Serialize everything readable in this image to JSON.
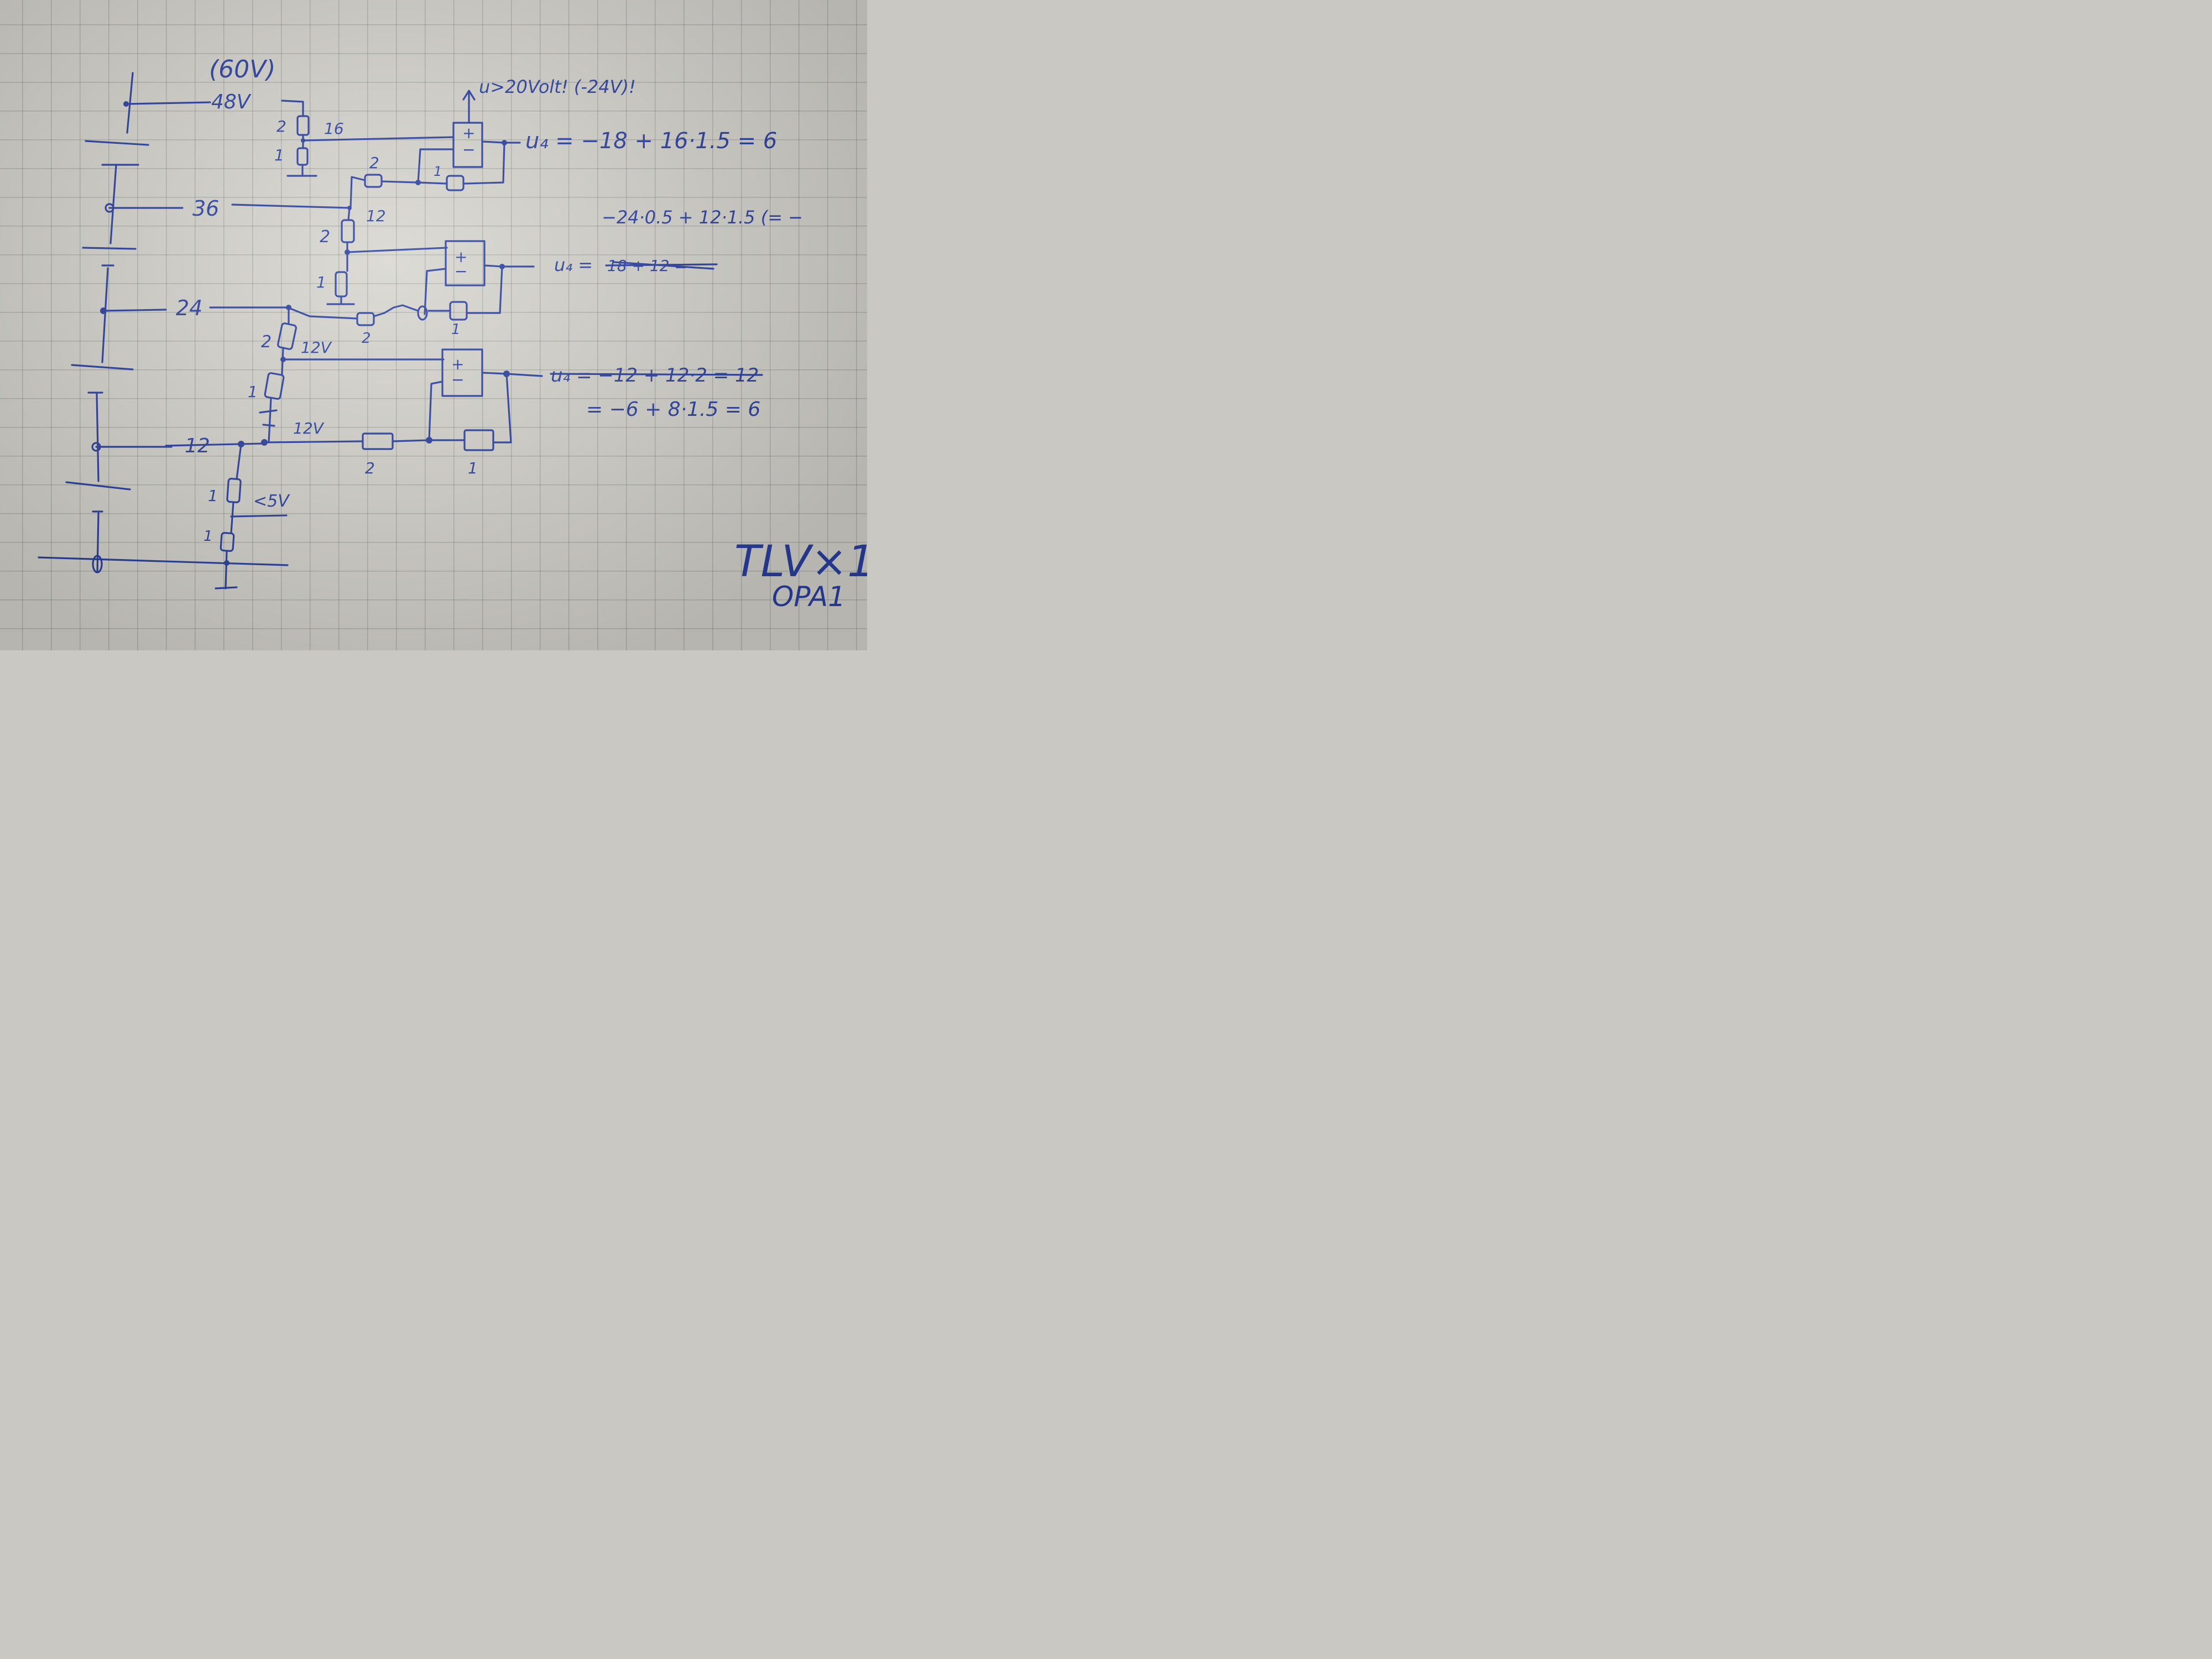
{
  "labels": {
    "v60_paren": "(60V)",
    "v48": "48V",
    "v36": "36",
    "v24": "24",
    "v12": "12",
    "node_12v_mid": "12V",
    "node_12v_low": "12V",
    "node_16": "16",
    "node_12": "12",
    "lt5v": "<5V",
    "r_top_2": "2",
    "r_top_1": "1",
    "r_fb_top_2": "2",
    "r_fb_top_1": "1",
    "r_mid_2": "2",
    "r_mid_1": "1",
    "r_fb_mid_2": "2",
    "r_fb_mid_1": "1",
    "r_low_2": "2",
    "r_low_1": "1",
    "r_fb_low_2": "2",
    "r_fb_low_1": "1",
    "r_bot_1a": "1",
    "r_bot_1b": "1",
    "opamp_plus": "+",
    "opamp_minus": "−",
    "arrow_note": "u>20Volt! (-24V)!"
  },
  "equations": {
    "eq1": "u₄ = −18 + 16·1.5 = 6",
    "eq2": "−24·0.5 + 12·1.5 (= −",
    "eq3_prefix": "u₄ =",
    "eq3_struck": "18 + 12 = ",
    "eq4_struck": "u₄ = −12 + 12·2 = 12",
    "eq5": "= −6 + 8·1.5 = 6"
  },
  "notes": {
    "part1": "TLV×1",
    "part2": "OPA1"
  }
}
